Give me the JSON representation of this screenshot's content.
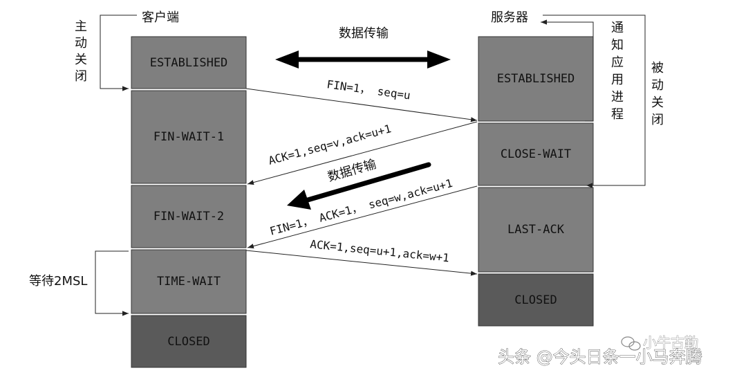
{
  "client": {
    "title": "客户端",
    "active_close": [
      "主",
      "动",
      "关",
      "闭"
    ],
    "wait_2msl": "等待2MSL",
    "states": [
      "ESTABLISHED",
      "FIN-WAIT-1",
      "FIN-WAIT-2",
      "TIME-WAIT",
      "CLOSED"
    ]
  },
  "server": {
    "title": "服务器",
    "notify_app": [
      "通",
      "知",
      "应",
      "用",
      "进",
      "程"
    ],
    "passive_close": [
      "被",
      "动",
      "关",
      "闭"
    ],
    "states": [
      "ESTABLISHED",
      "CLOSE-WAIT",
      "LAST-ACK",
      "CLOSED"
    ]
  },
  "data_transfer_top": "数据传输",
  "data_transfer_mid": "数据传输",
  "messages": {
    "fin1": "FIN=1， seq=u",
    "ack1": "ACK=1,seq=v,ack=u+1",
    "fin2": "FIN=1， ACK=1， seq=w,ack=u+1",
    "ack2": "ACK=1,seq=u+1,ack=w+1"
  },
  "watermark": {
    "main": "头条 @今头日条一小马奔腾",
    "sub": "小牛古勤"
  },
  "colors": {
    "state_fill": "#7f7f7f",
    "closed_fill": "#5a5a5a",
    "line": "#222222"
  }
}
